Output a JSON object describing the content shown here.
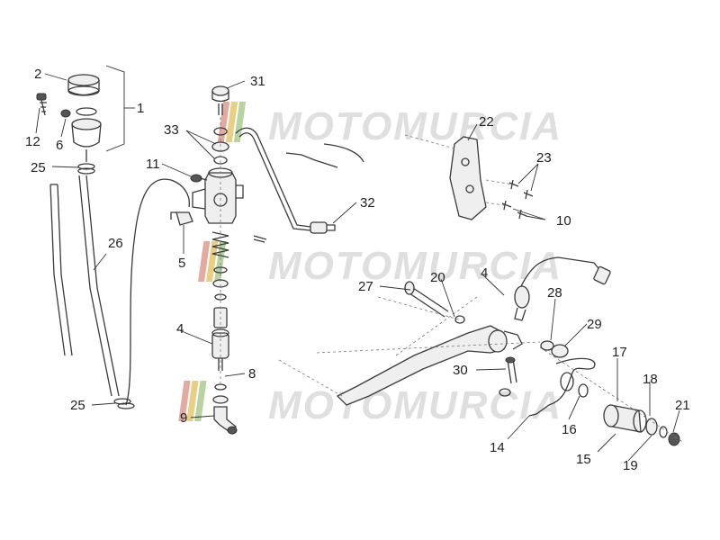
{
  "watermark": {
    "text": "MOTOMURCIA",
    "stripe_colors": [
      "#e3aa9f",
      "#e8cf85",
      "#b7d3a3"
    ]
  },
  "labels": {
    "l1": "1",
    "l2": "2",
    "l4a": "4",
    "l4b": "4",
    "l5": "5",
    "l6": "6",
    "l8": "8",
    "l9": "9",
    "l10": "10",
    "l11": "11",
    "l12": "12",
    "l14": "14",
    "l15": "15",
    "l16": "16",
    "l17": "17",
    "l18": "18",
    "l19": "19",
    "l20": "20",
    "l21": "21",
    "l22": "22",
    "l23": "23",
    "l25a": "25",
    "l25b": "25",
    "l26": "26",
    "l27": "27",
    "l28": "28",
    "l29": "29",
    "l30": "30",
    "l31": "31",
    "l32": "32",
    "l33": "33"
  },
  "colors": {
    "line": "#3a3a3a",
    "text": "#222222",
    "watermark": "#c9c9c9"
  }
}
